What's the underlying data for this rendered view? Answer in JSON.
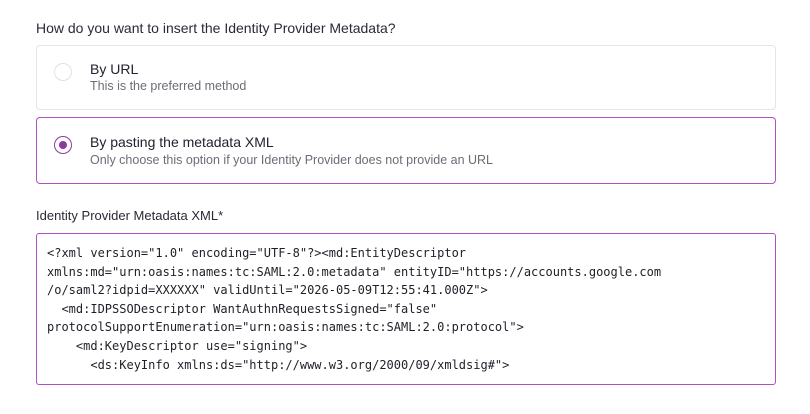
{
  "question": "How do you want to insert the Identity Provider Metadata?",
  "options": [
    {
      "title": "By URL",
      "subtitle": "This is the preferred method",
      "selected": false
    },
    {
      "title": "By pasting the metadata XML",
      "subtitle": "Only choose this option if your Identity Provider does not provide an URL",
      "selected": true
    }
  ],
  "xml_field": {
    "label": "Identity Provider Metadata XML*",
    "lines": [
      "<?xml version=\"1.0\" encoding=\"UTF-8\"?><md:EntityDescriptor",
      "xmlns:md=\"urn:oasis:names:tc:SAML:2.0:metadata\" entityID=\"https://accounts.google.com",
      "/o/saml2?idpid=XXXXXX\" validUntil=\"2026-05-09T12:55:41.000Z\">",
      "  <md:IDPSSODescriptor WantAuthnRequestsSigned=\"false\"",
      "protocolSupportEnumeration=\"urn:oasis:names:tc:SAML:2.0:protocol\">",
      "    <md:KeyDescriptor use=\"signing\">",
      "      <ds:KeyInfo xmlns:ds=\"http://www.w3.org/2000/09/xmldsig#\">"
    ]
  },
  "colors": {
    "accent": "#b04fc6",
    "radio_selected": "#8c3aa3",
    "border": "#e4e4e9",
    "subtitle_text": "#6c6c78"
  }
}
